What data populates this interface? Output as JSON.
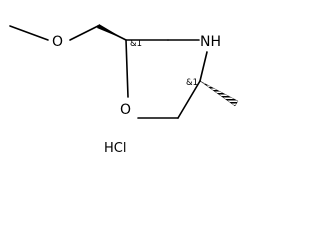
{
  "molecule": {
    "atoms": {
      "methoxy_oxygen": "O",
      "ring_oxygen": "O",
      "ring_nitrogen": "NH"
    },
    "stereo_labels": {
      "c2": "&1",
      "c5": "&1"
    },
    "salt": "HCl"
  }
}
